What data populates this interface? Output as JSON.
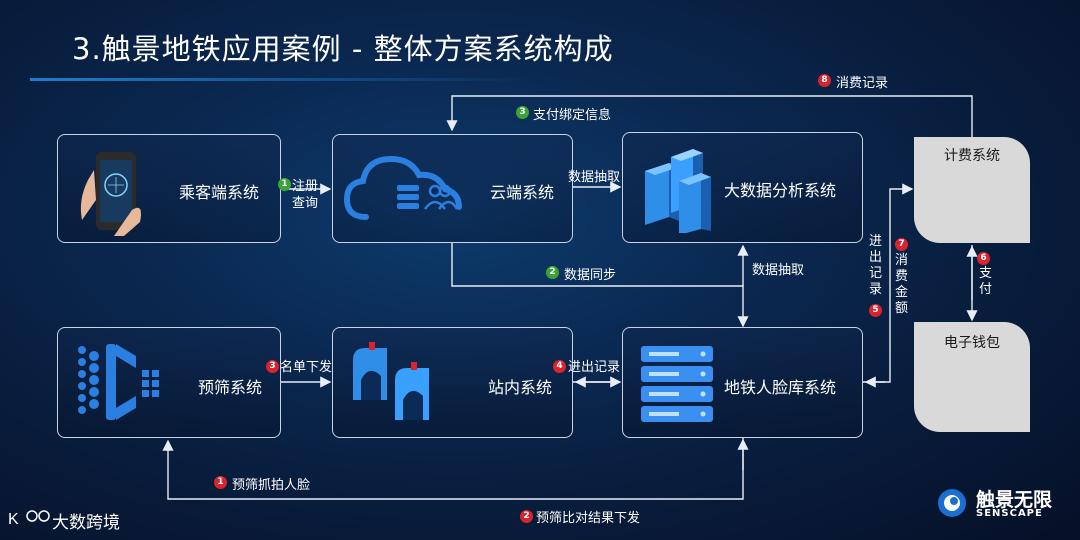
{
  "title": "3.触景地铁应用案例 - 整体方案系统构成",
  "boxes": {
    "passenger": "乘客端系统",
    "cloud": "云端系统",
    "bigdata": "大数据分析系统",
    "billing": "计费系统",
    "prescreen": "预筛系统",
    "station": "站内系统",
    "facedb": "地铁人脸库系统",
    "wallet": "电子钱包"
  },
  "flows": {
    "f1a": "注册",
    "f1b": "查询",
    "f1_num": "1",
    "f3_bind": "支付绑定信息",
    "f3_bind_num": "3",
    "f8": "消费记录",
    "f8_num": "8",
    "extract1": "数据抽取",
    "sync": "数据同步",
    "sync_num": "2",
    "extract2": "数据抽取",
    "in_out": "进出记录",
    "in_out_num": "5",
    "amount": "消费金额",
    "amount_num": "7",
    "pay": "支付",
    "pay_num": "6",
    "list": "名单下发",
    "list_num": "3",
    "station_io": "进出记录",
    "station_io_num": "4",
    "capture": "预筛抓拍人脸",
    "capture_num": "1",
    "compare": "预筛比对结果下发",
    "compare_num": "2"
  },
  "brand": {
    "left": "大数跨境",
    "right_cn": "触景无限",
    "right_en": "SENSCAPE"
  },
  "colors": {
    "badge_red": "#d9232d",
    "badge_green": "#3aa535",
    "icon_blue": "#2b7fe0"
  }
}
